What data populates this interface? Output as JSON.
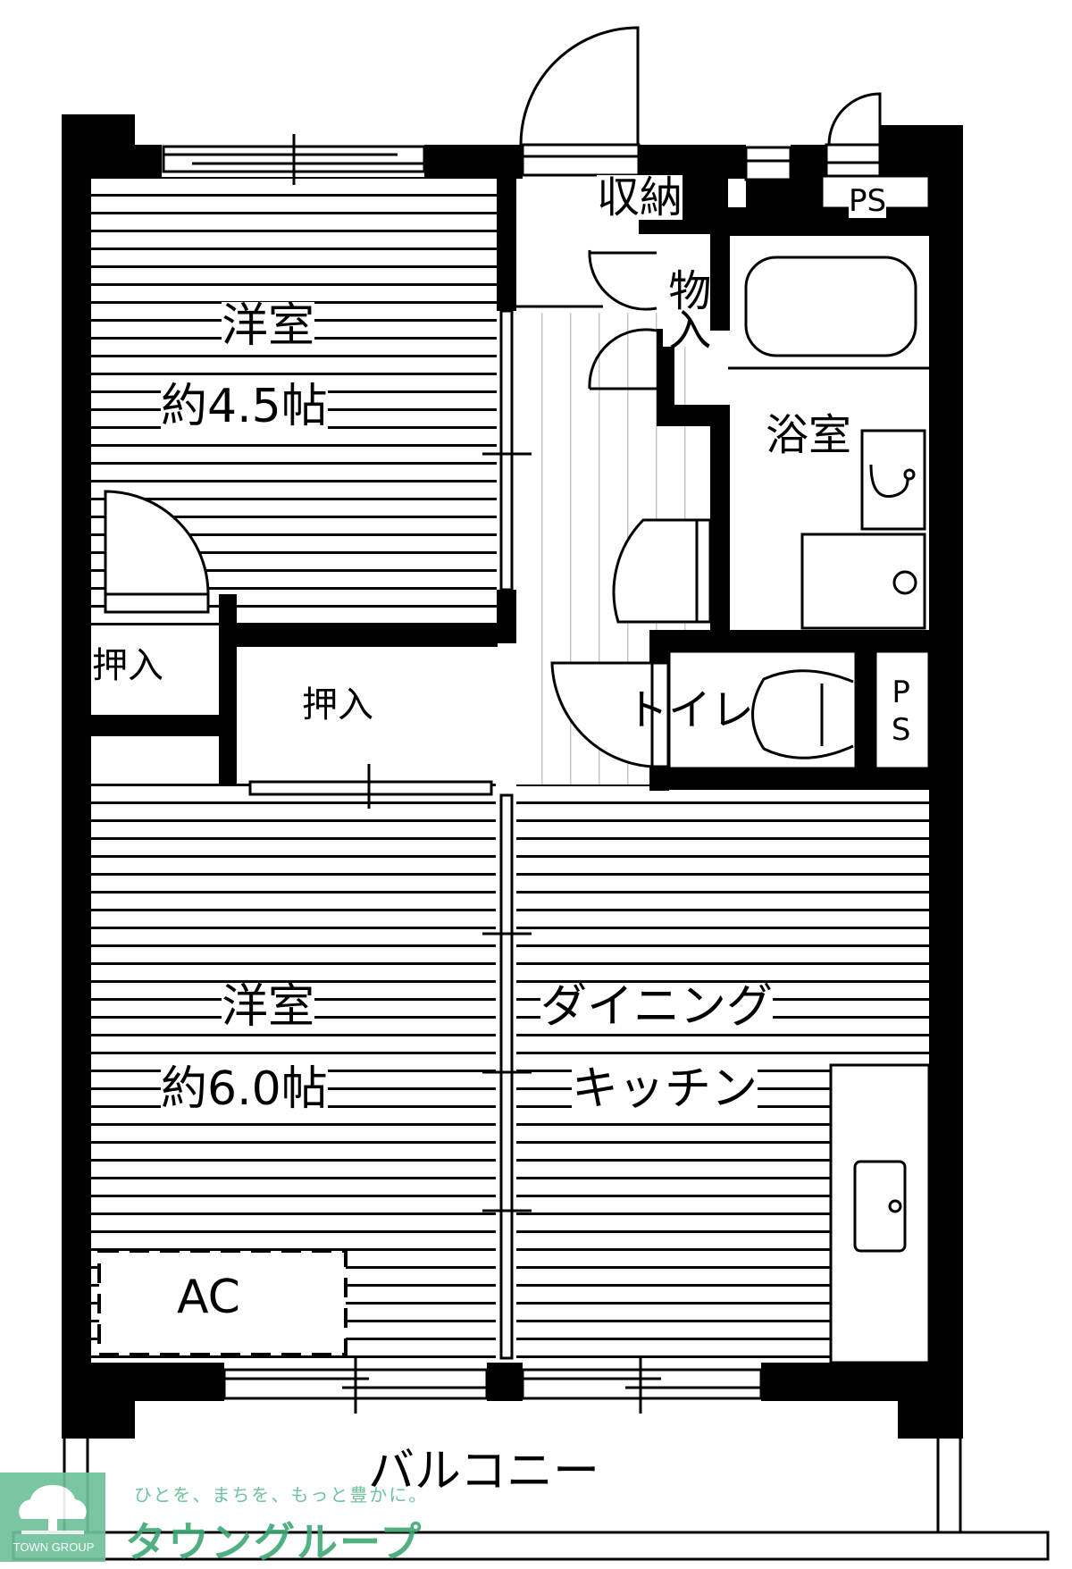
{
  "floorplan": {
    "rooms": {
      "western_room_1": {
        "name": "洋室",
        "size": "約4.5帖"
      },
      "western_room_2": {
        "name": "洋室",
        "size": "約6.0帖"
      },
      "closet_small": {
        "name": "押入"
      },
      "closet_large": {
        "name": "押入"
      },
      "storage": {
        "name": "収納"
      },
      "storage_vertical": {
        "name": "物入"
      },
      "bathroom": {
        "name": "浴室"
      },
      "toilet": {
        "name": "トイレ"
      },
      "dining_kitchen": {
        "line1": "ダイニング",
        "line2": "キッチン"
      },
      "balcony": {
        "name": "バルコニー"
      },
      "air_conditioner": {
        "name": "AC"
      },
      "pipe_space_top": {
        "name": "PS"
      },
      "pipe_space_toilet": {
        "name": "PS"
      }
    },
    "colors": {
      "wall": "#000000",
      "background": "#ffffff",
      "brand_green": "#6fc29b",
      "brand_dark_green": "#3fa875"
    }
  },
  "branding": {
    "logo_text": "TOWN GROUP",
    "slogan": "ひとを、まちを、もっと豊かに。",
    "brand_name": "タウングループ",
    "logo_icon": "tree-icon"
  }
}
